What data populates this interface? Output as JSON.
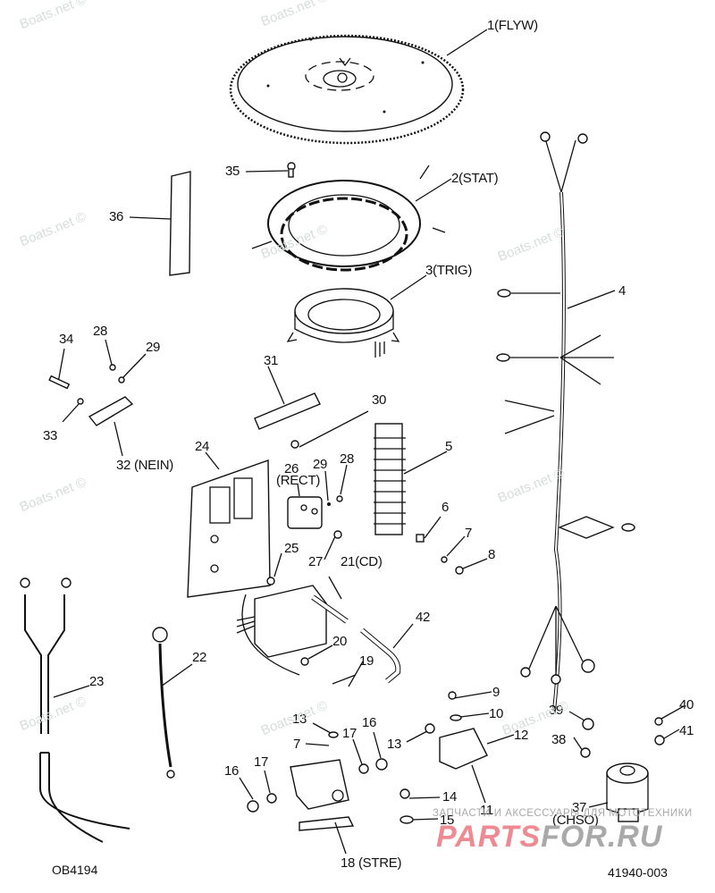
{
  "diagram": {
    "title": "Outboard ignition / electrical parts exploded view",
    "drawing_number_left": "OB4194",
    "drawing_number_right": "41940-003",
    "callouts": [
      {
        "id": "1",
        "label": "1(FLYW)"
      },
      {
        "id": "2",
        "label": "2(STAT)"
      },
      {
        "id": "3",
        "label": "3(TRIG)"
      },
      {
        "id": "4",
        "label": "4"
      },
      {
        "id": "5",
        "label": "5"
      },
      {
        "id": "6",
        "label": "6"
      },
      {
        "id": "7a",
        "label": "7"
      },
      {
        "id": "8",
        "label": "8"
      },
      {
        "id": "9",
        "label": "9"
      },
      {
        "id": "10",
        "label": "10"
      },
      {
        "id": "11",
        "label": "11"
      },
      {
        "id": "12",
        "label": "12"
      },
      {
        "id": "13a",
        "label": "13"
      },
      {
        "id": "13b",
        "label": "13"
      },
      {
        "id": "14",
        "label": "14"
      },
      {
        "id": "15",
        "label": "15"
      },
      {
        "id": "16a",
        "label": "16"
      },
      {
        "id": "16b",
        "label": "16"
      },
      {
        "id": "17a",
        "label": "17"
      },
      {
        "id": "17b",
        "label": "17"
      },
      {
        "id": "18",
        "label": "18 (STRE)"
      },
      {
        "id": "19",
        "label": "19"
      },
      {
        "id": "20",
        "label": "20"
      },
      {
        "id": "21",
        "label": "21(CD)"
      },
      {
        "id": "22",
        "label": "22"
      },
      {
        "id": "23",
        "label": "23"
      },
      {
        "id": "24",
        "label": "24"
      },
      {
        "id": "25",
        "label": "25"
      },
      {
        "id": "26",
        "label": "26"
      },
      {
        "id": "26s",
        "label": "(RECT)"
      },
      {
        "id": "27",
        "label": "27"
      },
      {
        "id": "28a",
        "label": "28"
      },
      {
        "id": "28b",
        "label": "28"
      },
      {
        "id": "29a",
        "label": "29"
      },
      {
        "id": "29b",
        "label": "29"
      },
      {
        "id": "30",
        "label": "30"
      },
      {
        "id": "31",
        "label": "31"
      },
      {
        "id": "32",
        "label": "32 (NEIN)"
      },
      {
        "id": "33",
        "label": "33"
      },
      {
        "id": "34",
        "label": "34"
      },
      {
        "id": "35",
        "label": "35"
      },
      {
        "id": "36",
        "label": "36"
      },
      {
        "id": "37",
        "label": "37"
      },
      {
        "id": "37s",
        "label": "(CHSO)"
      },
      {
        "id": "38",
        "label": "38"
      },
      {
        "id": "39",
        "label": "39"
      },
      {
        "id": "40",
        "label": "40"
      },
      {
        "id": "41",
        "label": "41"
      },
      {
        "id": "42",
        "label": "42"
      },
      {
        "id": "7b",
        "label": "7"
      }
    ],
    "watermark": "Boats.net ©",
    "brand_banner": {
      "subtitle": "ЗАПЧАСТИ И АКСЕССУАРЫ ДЛЯ МОТОТЕХНИКИ",
      "name_part1": "PARTS",
      "name_part2": "FOR.RU",
      "color_primary": "#ef8a92",
      "color_secondary": "#a9a9a9"
    }
  }
}
